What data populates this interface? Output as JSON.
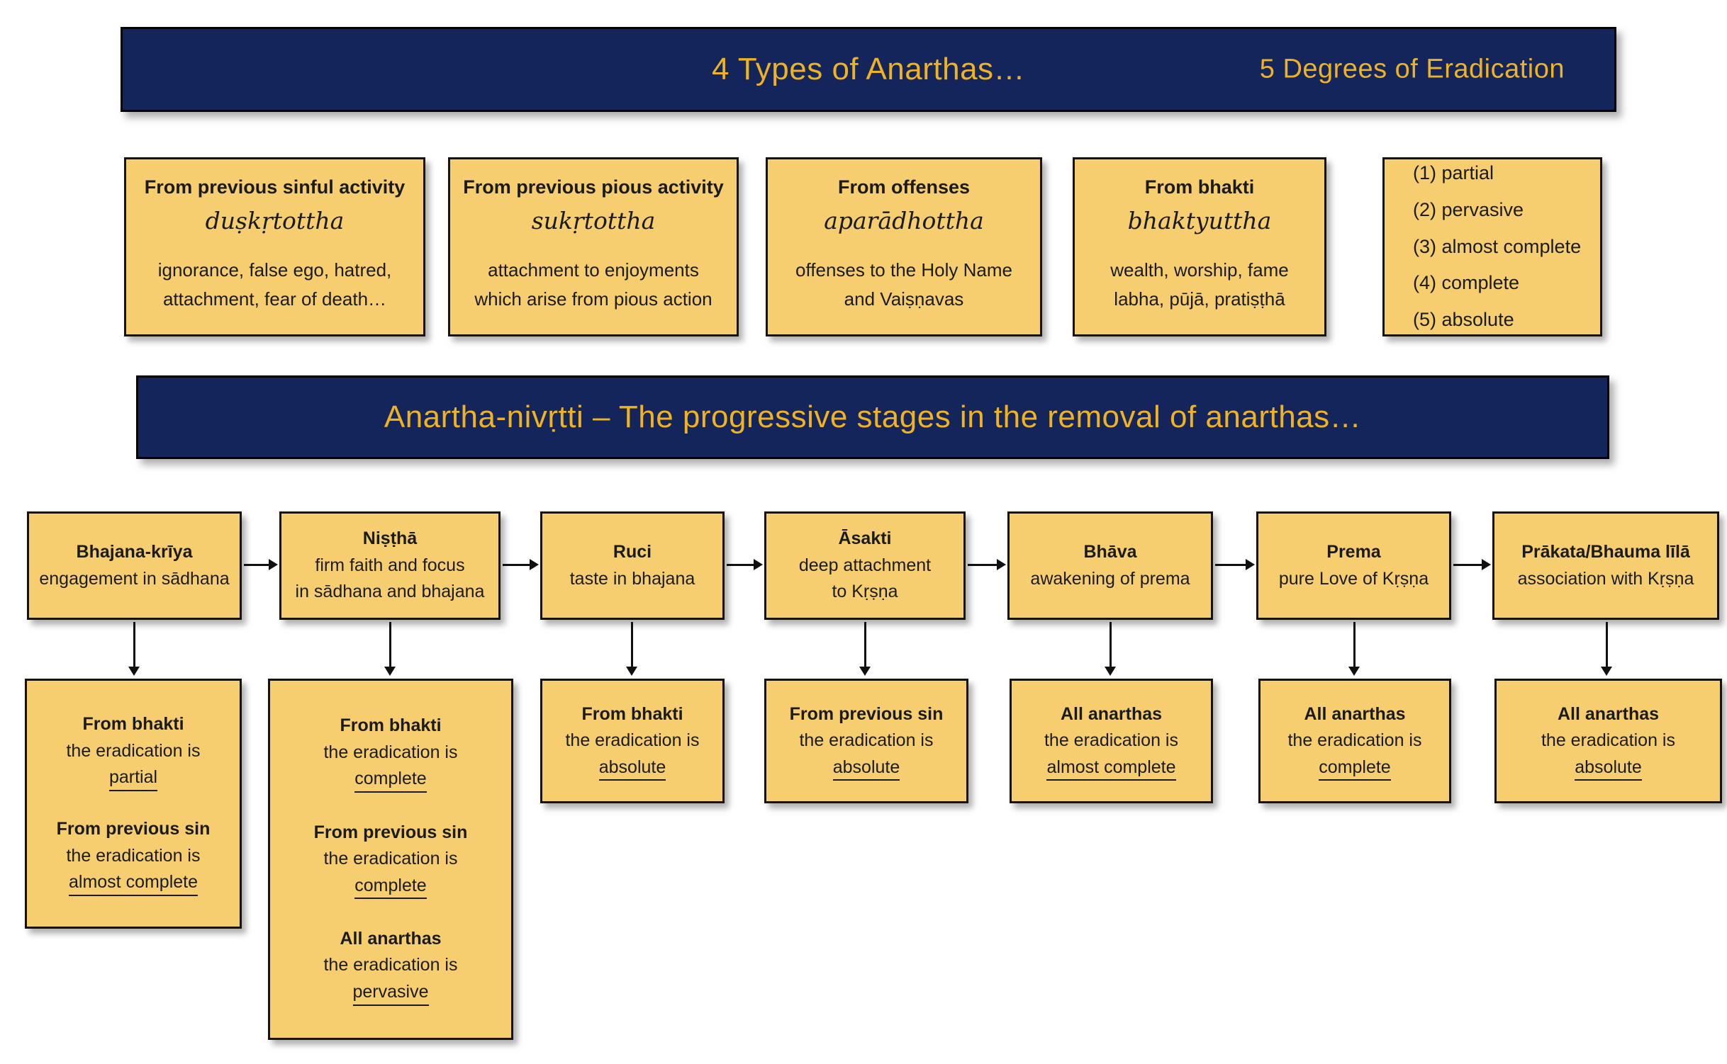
{
  "colors": {
    "banner_navy": "#14255C",
    "banner_gold": "#EFB321",
    "box_yellow": "#F7CE6F",
    "text_dark": "#1B1B1B",
    "background": "#FFFFFF"
  },
  "header": {
    "title": "4 Types of Anarthas…",
    "right_label": "5 Degrees of Eradication"
  },
  "anartha_types": [
    {
      "title": "From previous sinful activity",
      "sanskrit": "duṣkṛtottha",
      "desc": [
        "ignorance, false ego, hatred,",
        "attachment, fear of death…"
      ]
    },
    {
      "title": "From previous pious activity",
      "sanskrit": "sukṛtottha",
      "desc": [
        "attachment to enjoyments",
        "which arise from pious action"
      ]
    },
    {
      "title": "From offenses",
      "sanskrit": "aparādhottha",
      "desc": [
        "offenses to the Holy Name",
        "and Vaiṣṇavas"
      ]
    },
    {
      "title": "From bhakti",
      "sanskrit": "bhaktyuttha",
      "desc": [
        "wealth, worship, fame",
        "labha, pūjā, pratiṣṭhā"
      ]
    }
  ],
  "degrees": [
    "(1) partial",
    "(2) pervasive",
    "(3) almost complete",
    "(4) complete",
    "(5) absolute"
  ],
  "section_banner": {
    "title": "Anartha-nivṛtti – The progressive stages in the removal of anarthas…"
  },
  "stages": [
    {
      "name": "Bhajana-krīya",
      "desc": [
        "engagement in sādhana"
      ],
      "eradications": [
        {
          "source": "From bhakti",
          "middle": "the eradication is",
          "degree": "partial"
        },
        {
          "source": "From previous sin",
          "middle": "the eradication is",
          "degree": "almost complete"
        }
      ]
    },
    {
      "name": "Niṣṭhā",
      "desc": [
        "firm faith and focus",
        "in sādhana and bhajana"
      ],
      "eradications": [
        {
          "source": "From bhakti",
          "middle": "the eradication is",
          "degree": "complete"
        },
        {
          "source": "From previous sin",
          "middle": "the eradication is",
          "degree": "complete"
        },
        {
          "source": "All anarthas",
          "middle": "the eradication is",
          "degree": "pervasive"
        }
      ]
    },
    {
      "name": "Ruci",
      "desc": [
        "taste in bhajana"
      ],
      "eradications": [
        {
          "source": "From bhakti",
          "middle": "the eradication is",
          "degree": "absolute"
        }
      ]
    },
    {
      "name": "Āsakti",
      "desc": [
        "deep attachment",
        "to Kṛṣṇa"
      ],
      "eradications": [
        {
          "source": "From previous sin",
          "middle": "the eradication is",
          "degree": "absolute"
        }
      ]
    },
    {
      "name": "Bhāva",
      "desc": [
        "awakening of prema"
      ],
      "eradications": [
        {
          "source": "All anarthas",
          "middle": "the eradication is",
          "degree": "almost complete"
        }
      ]
    },
    {
      "name": "Prema",
      "desc": [
        "pure Love of Kṛṣṇa"
      ],
      "eradications": [
        {
          "source": "All anarthas",
          "middle": "the eradication is",
          "degree": "complete"
        }
      ]
    },
    {
      "name": "Prākata/Bhauma līlā",
      "desc": [
        "association with Kṛṣṇa"
      ],
      "eradications": [
        {
          "source": "All anarthas",
          "middle": "the eradication is",
          "degree": "absolute"
        }
      ]
    }
  ]
}
